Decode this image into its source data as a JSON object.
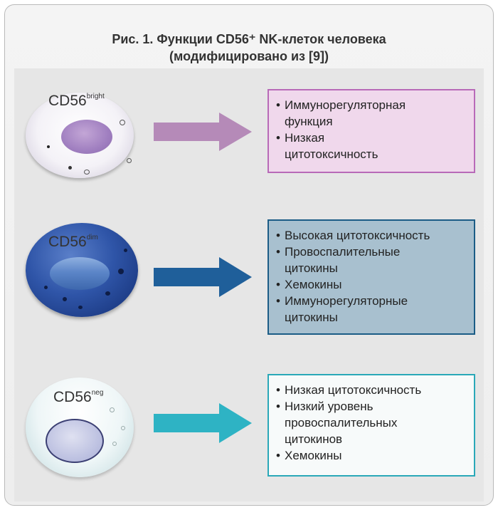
{
  "title": {
    "line1": "Рис. 1. Функции CD56⁺ NK-клеток человека",
    "line2": "(модифицировано из [9])"
  },
  "rows": [
    {
      "id": "bright",
      "cell_label": "CD56",
      "cell_label_sup": "bright",
      "arrow_color": "#b58ab8",
      "box_border": "#b86ab8",
      "box_fill": "#f0d8ec",
      "items": [
        {
          "bullet": "•",
          "text": [
            "Иммунорегуляторная",
            "функция"
          ]
        },
        {
          "bullet": "•",
          "text": [
            "Низкая",
            "цитотоксичность"
          ]
        }
      ]
    },
    {
      "id": "dim",
      "cell_label": "CD56",
      "cell_label_sup": "dim",
      "arrow_color": "#1f5f9a",
      "box_border": "#1b5c86",
      "box_fill": "#a8c0cf",
      "items": [
        {
          "bullet": "•",
          "text": [
            "Высокая цитотоксичность"
          ]
        },
        {
          "bullet": "•",
          "text": [
            "Провоспалительные",
            "цитокины"
          ]
        },
        {
          "bullet": "•",
          "text": [
            "Хемокины"
          ]
        },
        {
          "bullet": "•",
          "text": [
            "Иммунорегуляторные",
            "цитокины"
          ]
        }
      ]
    },
    {
      "id": "neg",
      "cell_label": "CD56",
      "cell_label_sup": "neg",
      "arrow_color": "#2eb3c4",
      "box_border": "#2aa8b8",
      "box_fill": "#f7fafa",
      "items": [
        {
          "bullet": "•",
          "text": [
            "Низкая цитотоксичность"
          ]
        },
        {
          "bullet": "•",
          "text": [
            "Низкий уровень",
            "провоспалительных",
            "цитокинов"
          ]
        },
        {
          "bullet": "•",
          "text": [
            "Хемокины"
          ]
        }
      ]
    }
  ]
}
